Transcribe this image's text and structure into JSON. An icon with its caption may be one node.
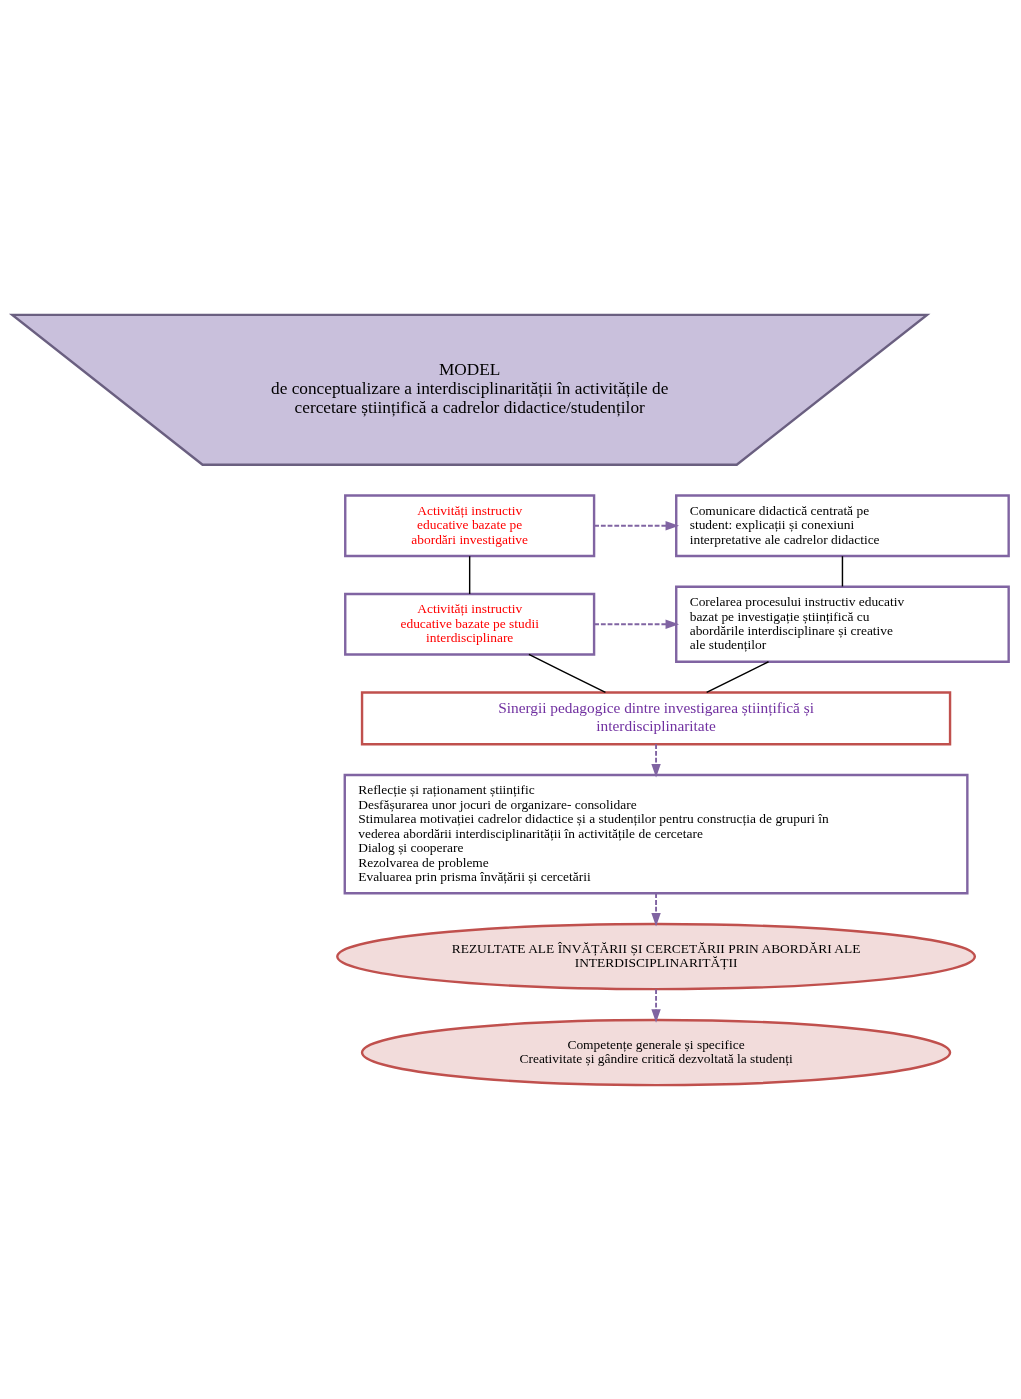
{
  "diagram": {
    "nodes": [
      {
        "text": [
          "MODEL",
          "de conceptualizare a interdisciplinarității în activitățile de cercetare științifică a cadrelor didactice/studenților"
        ]
      },
      {
        "text": [
          "Activități instructiv educative bazate pe abordări investigative"
        ]
      },
      {
        "text": [
          "Comunicare didactică centrată pe student: explicații și conexiuni interpretative ale cadrelor didactice"
        ]
      },
      {
        "text": [
          "Activități instructiv educative bazate pe studii interdisciplinare"
        ]
      },
      {
        "text": [
          "Corelarea procesului instructiv educativ bazat pe investigație științifică cu abordările interdisciplinare și creative ale studenților"
        ]
      },
      {
        "text": [
          "Sinergii pedagogice dintre investigarea științifică și interdisciplinaritate"
        ]
      },
      {
        "text": [
          "Reflecție și raționament științific",
          "Desfășurarea unor jocuri de organizare- consolidare",
          "Stimularea motivației cadrelor didactice și a studenților pentru construcția de grupuri în vederea abordării interdisciplinarității în activitățile de cercetare",
          "Dialog și cooperare",
          "Rezolvarea de probleme",
          "Evaluarea prin prisma învățării și cercetării"
        ]
      },
      {
        "text": [
          "REZULTATE ALE ÎNVĂȚĂRII ȘI CERCETĂRII PRIN ABORDĂRI ALE INTERDISCIPLINARITĂȚII"
        ]
      },
      {
        "text": [
          "Competențe generale și specifice",
          "Creativitate și gândire critică dezvoltată la studenți"
        ]
      }
    ],
    "edges": [
      {
        "from": 1,
        "to": 2,
        "arrow": "to",
        "style": "dashed"
      },
      {
        "from": 1,
        "to": 3,
        "arrow": "none",
        "color": "#000000"
      },
      {
        "from": 2,
        "to": 4,
        "arrow": "none",
        "color": "#000000"
      },
      {
        "from": 3,
        "to": 4,
        "arrow": "to",
        "style": "dashed"
      },
      {
        "from": 3,
        "to": 5,
        "arrow": "none",
        "color": "#000000"
      },
      {
        "from": 4,
        "to": 5,
        "arrow": "none",
        "color": "#000000"
      },
      {
        "from": 5,
        "to": 6,
        "arrow": "to",
        "style": "dashed"
      },
      {
        "from": 6,
        "to": 7,
        "arrow": "to",
        "style": "dashed"
      },
      {
        "from": 7,
        "to": 8,
        "arrow": "to",
        "style": "dashed"
      }
    ]
  }
}
